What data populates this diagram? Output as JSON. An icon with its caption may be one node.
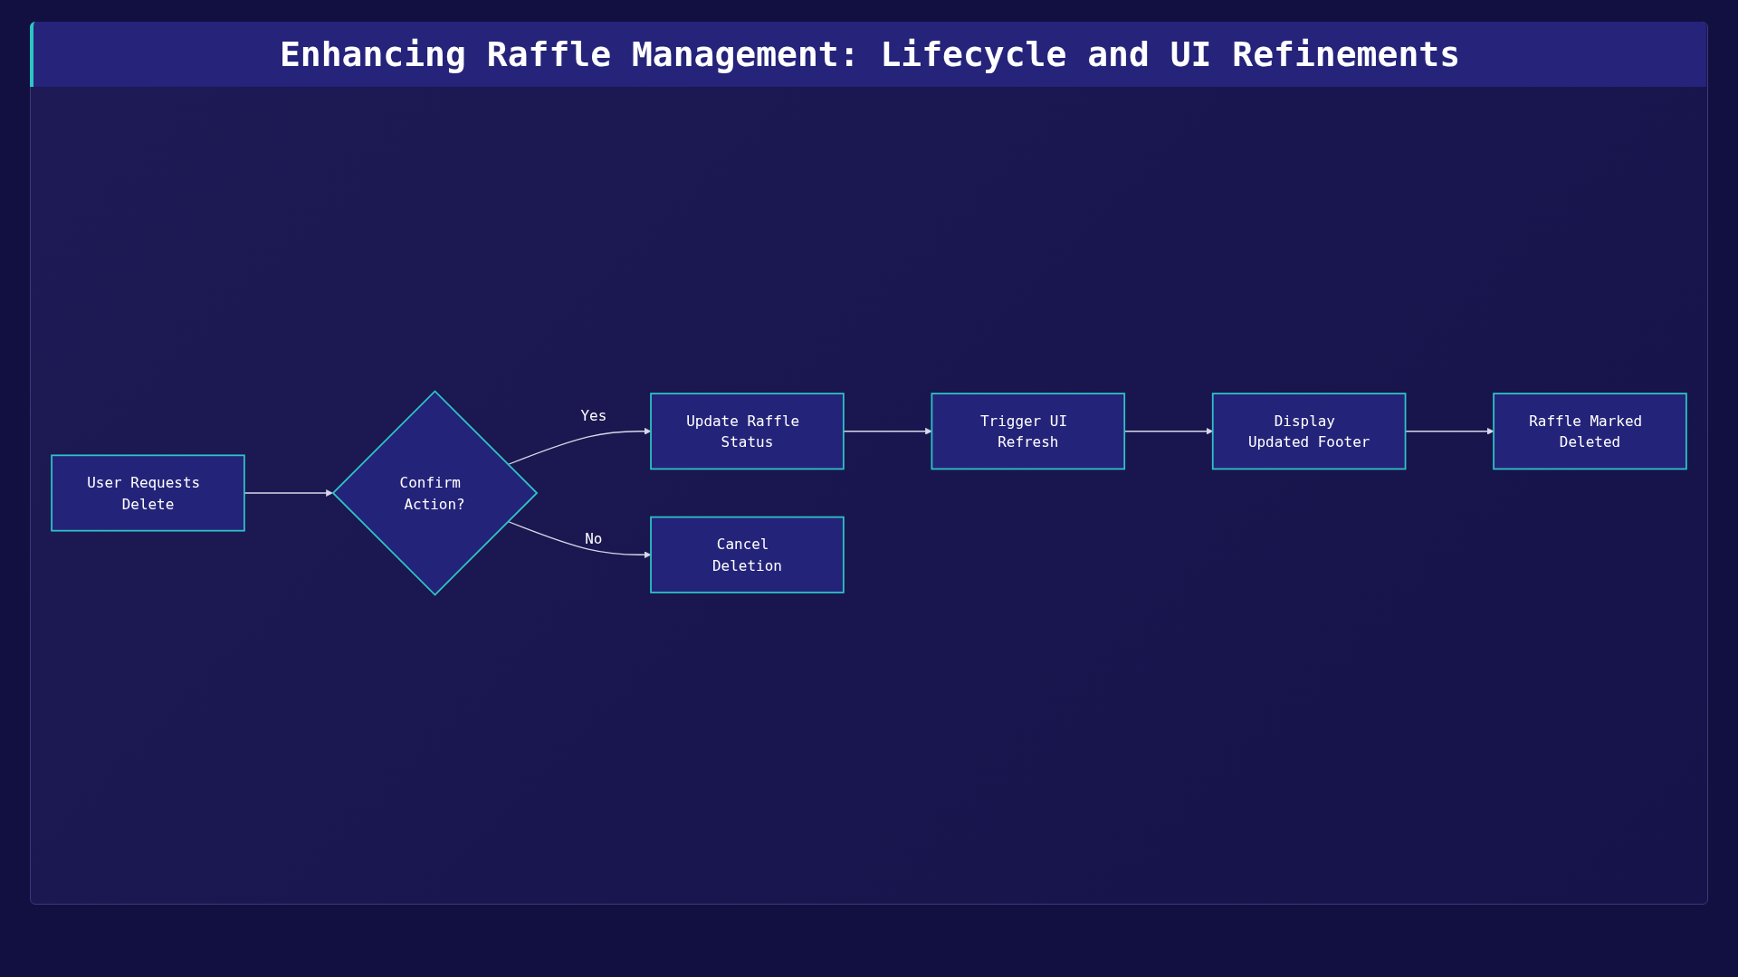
{
  "diagram": {
    "title": "Enhancing Raffle Management: Lifecycle and UI Refinements",
    "nodes": [
      {
        "text": [
          "User Requests Delete"
        ]
      },
      {
        "text": [
          "Confirm Action?"
        ]
      },
      {
        "text": [
          "Update Raffle Status"
        ]
      },
      {
        "text": [
          "Cancel Deletion"
        ]
      },
      {
        "text": [
          "Trigger UI Refresh"
        ]
      },
      {
        "text": [
          "Display Updated Footer"
        ]
      },
      {
        "text": [
          "Raffle Marked Deleted"
        ]
      }
    ],
    "edges": [
      {
        "from": 0,
        "to": 1,
        "arrow": "to"
      },
      {
        "from": 1,
        "to": 2,
        "arrow": "to",
        "label": "Yes"
      },
      {
        "from": 1,
        "to": 3,
        "arrow": "to",
        "label": "No"
      },
      {
        "from": 2,
        "to": 4,
        "arrow": "to"
      },
      {
        "from": 4,
        "to": 5,
        "arrow": "to"
      },
      {
        "from": 5,
        "to": 6,
        "arrow": "to"
      }
    ]
  }
}
